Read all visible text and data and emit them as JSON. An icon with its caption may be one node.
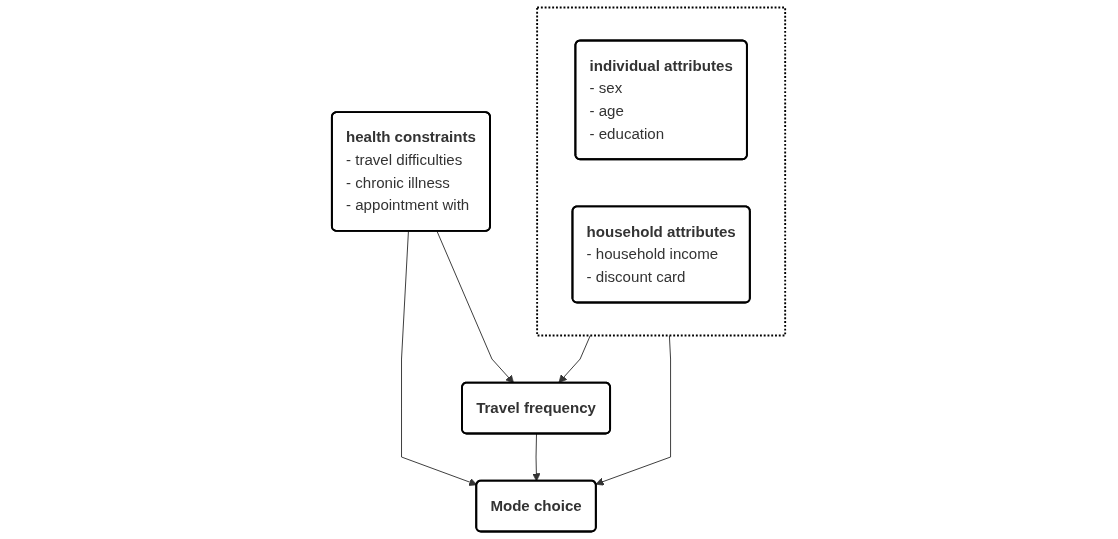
{
  "diagram": {
    "nodes": [
      {
        "text": [],
        "shape": "box"
      },
      {
        "text": [
          "individual attributes",
          "- sex",
          "- age",
          "- education"
        ],
        "in": 0
      },
      {
        "text": [
          "household attributes",
          "- household income",
          "- discount card"
        ],
        "in": 0
      },
      {
        "text": [
          "health constraints",
          "- travel difficulties",
          "- chronic illness",
          "- appointment with"
        ]
      },
      {
        "text": [
          "Travel frequency"
        ]
      },
      {
        "text": [
          "Mode choice"
        ]
      }
    ],
    "edges": [
      {
        "from": 0,
        "to": 4,
        "arrow": "to"
      },
      {
        "from": 0,
        "to": 5,
        "arrow": "to"
      },
      {
        "from": 3,
        "to": 4,
        "arrow": "to"
      },
      {
        "from": 3,
        "to": 5,
        "arrow": "to"
      },
      {
        "from": 4,
        "to": 5,
        "arrow": "to"
      }
    ]
  }
}
